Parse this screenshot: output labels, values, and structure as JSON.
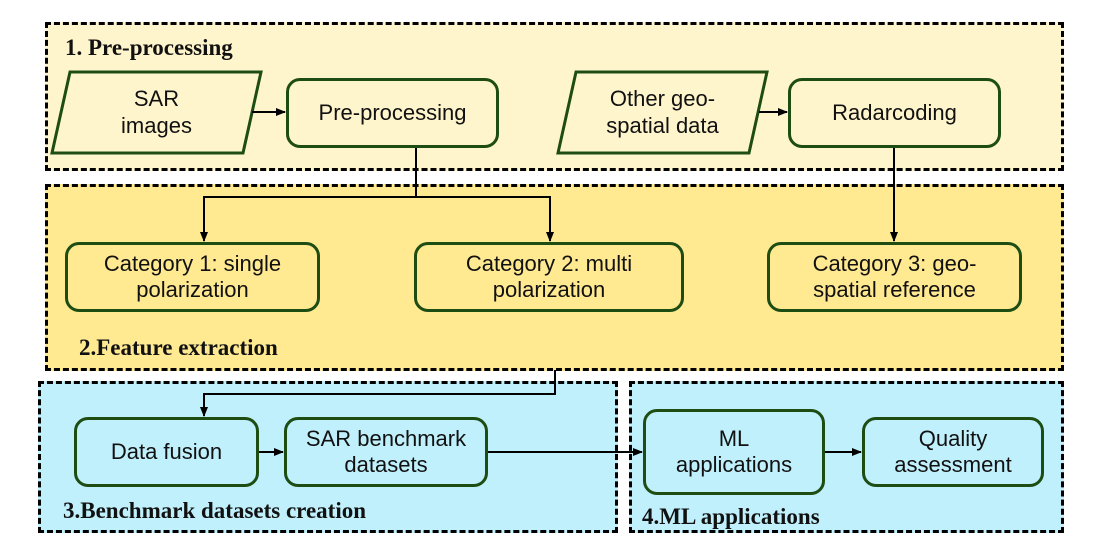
{
  "colors": {
    "section1_bg": "#fff5cc",
    "section2_bg": "#ffe991",
    "section3_bg": "#c0f0fb",
    "section4_bg": "#c0f0fb",
    "node_border": "#1e4d14",
    "arrow": "#000000"
  },
  "sections": {
    "preprocessing": {
      "title": "1. Pre-processing"
    },
    "feature_extraction": {
      "title": "2.Feature extraction"
    },
    "benchmark_creation": {
      "title": "3.Benchmark datasets creation"
    },
    "ml_applications": {
      "title": "4.ML applications"
    }
  },
  "nodes": {
    "sar_images": {
      "label": "SAR\nimages",
      "shape": "parallelogram"
    },
    "pre_processing": {
      "label": "Pre-processing",
      "shape": "rounded-rect"
    },
    "other_geospatial": {
      "label": "Other geo-\nspatial data",
      "shape": "parallelogram"
    },
    "radarcoding": {
      "label": "Radarcoding",
      "shape": "rounded-rect"
    },
    "category1": {
      "label": "Category 1: single\npolarization",
      "shape": "rounded-rect"
    },
    "category2": {
      "label": "Category 2: multi\npolarization",
      "shape": "rounded-rect"
    },
    "category3": {
      "label": "Category 3: geo-\nspatial reference",
      "shape": "rounded-rect"
    },
    "data_fusion": {
      "label": "Data fusion",
      "shape": "rounded-rect"
    },
    "sar_benchmark": {
      "label": "SAR benchmark\ndatasets",
      "shape": "rounded-rect"
    },
    "ml_apps": {
      "label": "ML\napplications",
      "shape": "rounded-rect"
    },
    "quality": {
      "label": "Quality\nassessment",
      "shape": "rounded-rect"
    }
  },
  "edges": [
    {
      "from": "sar_images",
      "to": "pre_processing"
    },
    {
      "from": "other_geospatial",
      "to": "radarcoding"
    },
    {
      "from": "pre_processing",
      "to": "category1"
    },
    {
      "from": "pre_processing",
      "to": "category2"
    },
    {
      "from": "radarcoding",
      "to": "category3"
    },
    {
      "from": "feature_extraction",
      "to": "data_fusion"
    },
    {
      "from": "data_fusion",
      "to": "sar_benchmark"
    },
    {
      "from": "sar_benchmark",
      "to": "ml_apps"
    },
    {
      "from": "ml_apps",
      "to": "quality"
    }
  ]
}
